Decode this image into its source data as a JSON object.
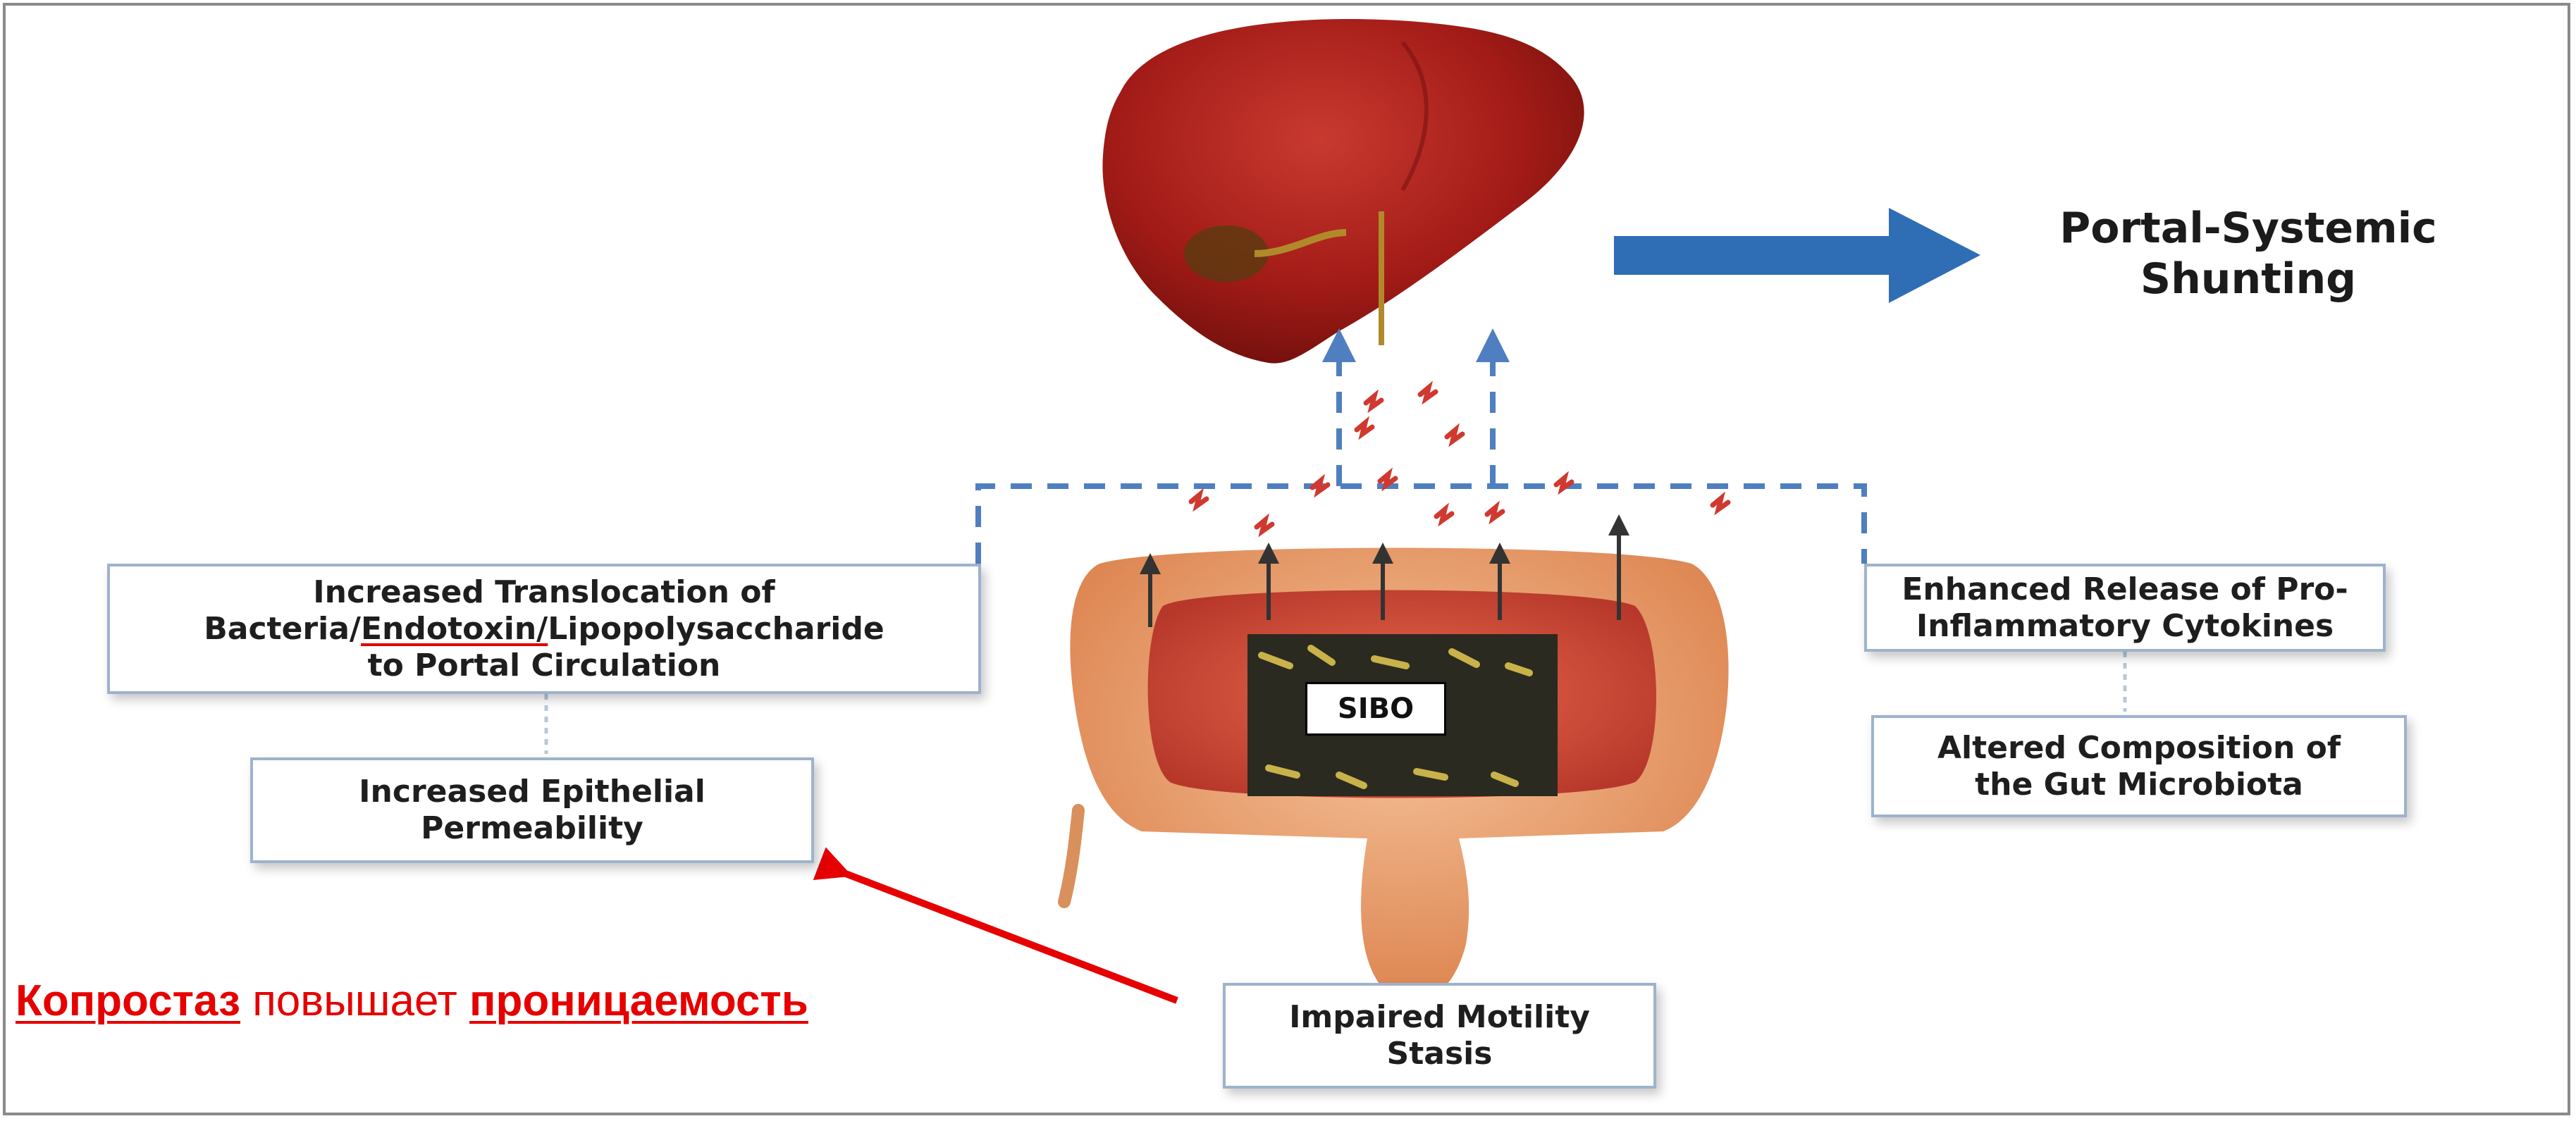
{
  "title": {
    "portal": "Portal-Systemic\nShunting"
  },
  "boxes": {
    "translocation": {
      "line1": "Increased Translocation of",
      "pre": "Bacteria/",
      "mid": "Endotoxin/",
      "post": "Lipopolysaccharide",
      "line3": "to Portal Circulation"
    },
    "permeability": "Increased Epithelial\nPermeability",
    "cytokines": "Enhanced Release of Pro-\nInflammatory Cytokines",
    "microbiota": "Altered Composition of\nthe Gut Microbiota",
    "motility": "Impaired Motility\nStasis",
    "sibo": "SIBO"
  },
  "annotation": {
    "word1": "Копростаз",
    "middle": " повышает ",
    "word2": "проницаемость"
  },
  "colors": {
    "liver": "#a31b17",
    "arrow": "#2f6db5",
    "dashed": "#4f7fc0",
    "annotation": "#e60000",
    "bacteria": "#d0392f",
    "intestine": "#e89a66"
  }
}
